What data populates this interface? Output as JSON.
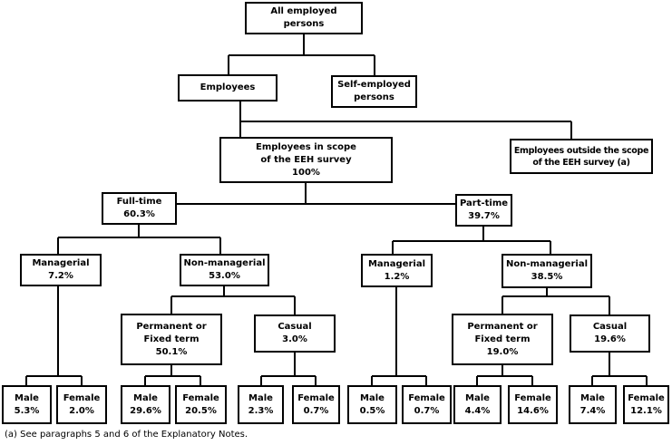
{
  "diagram": {
    "title_hint": "Employment tree of all employed persons (EEH survey scope)",
    "colors": {
      "background": "#ffffff",
      "line": "#000000",
      "text": "#000000"
    },
    "nodes": {
      "all_employed": {
        "label": "All employed\npersons"
      },
      "employees": {
        "label": "Employees"
      },
      "self_employed": {
        "label": "Self-employed\npersons"
      },
      "in_scope": {
        "label": "Employees in scope\nof the EEH survey",
        "value": "100%"
      },
      "outside_scope": {
        "label": "Employees outside the scope\nof the EEH survey (a)"
      },
      "full_time": {
        "label": "Full-time",
        "value": "60.3%"
      },
      "part_time": {
        "label": "Part-time",
        "value": "39.7%"
      },
      "managerial_ft": {
        "label": "Managerial",
        "value": "7.2%"
      },
      "non_managerial_ft": {
        "label": "Non-managerial",
        "value": "53.0%"
      },
      "managerial_pt": {
        "label": "Managerial",
        "value": "1.2%"
      },
      "non_managerial_pt": {
        "label": "Non-managerial",
        "value": "38.5%"
      },
      "permanent_ft": {
        "label": "Permanent or\nFixed term",
        "value": "50.1%"
      },
      "casual_ft": {
        "label": "Casual",
        "value": "3.0%"
      },
      "permanent_pt": {
        "label": "Permanent or\nFixed term",
        "value": "19.0%"
      },
      "casual_pt": {
        "label": "Casual",
        "value": "19.6%"
      },
      "male_ft_mgr": {
        "label": "Male",
        "value": "5.3%"
      },
      "female_ft_mgr": {
        "label": "Female",
        "value": "2.0%"
      },
      "male_ft_perm": {
        "label": "Male",
        "value": "29.6%"
      },
      "female_ft_perm": {
        "label": "Female",
        "value": "20.5%"
      },
      "male_ft_cas": {
        "label": "Male",
        "value": "2.3%"
      },
      "female_ft_cas": {
        "label": "Female",
        "value": "0.7%"
      },
      "male_pt_mgr": {
        "label": "Male",
        "value": "0.5%"
      },
      "female_pt_mgr": {
        "label": "Female",
        "value": "0.7%"
      },
      "male_pt_perm": {
        "label": "Male",
        "value": "4.4%"
      },
      "female_pt_perm": {
        "label": "Female",
        "value": "14.6%"
      },
      "male_pt_cas": {
        "label": "Male",
        "value": "7.4%"
      },
      "female_pt_cas": {
        "label": "Female",
        "value": "12.1%"
      }
    },
    "footnote": "(a) See paragraphs 5 and 6 of the Explanatory Notes."
  }
}
